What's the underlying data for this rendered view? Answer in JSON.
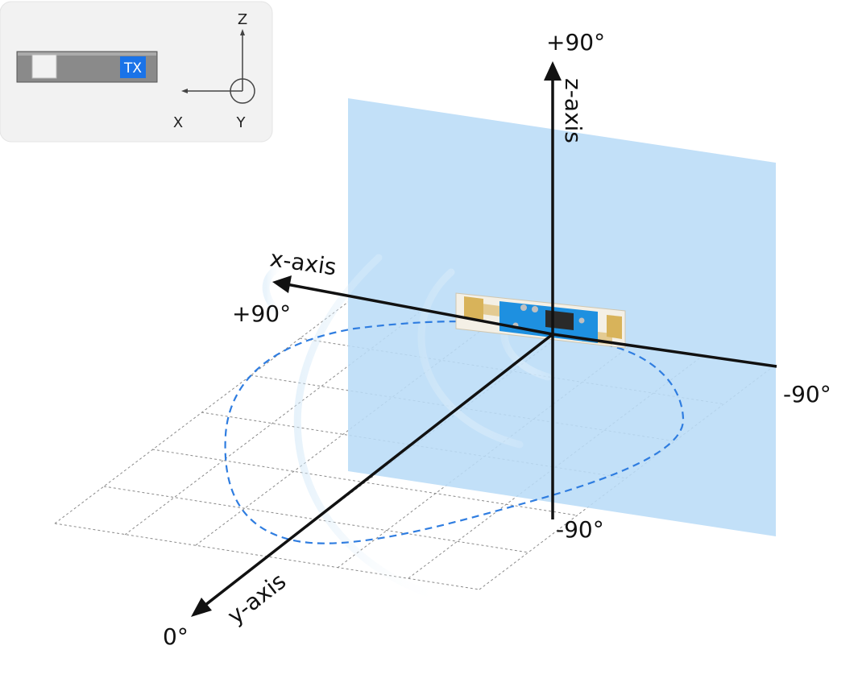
{
  "inset": {
    "tx_label": "TX",
    "axis_z": "Z",
    "axis_x": "X",
    "axis_y": "Y"
  },
  "axes": {
    "z_label": "z-axis",
    "z_top": "+90°",
    "z_bottom": "-90°",
    "x_label": "x-axis",
    "x_left": "+90°",
    "x_right": "-90°",
    "y_label": "y-axis",
    "y_end": "0°"
  },
  "colors": {
    "plane": "#b9dcf7",
    "pattern": "#2f7de0",
    "axis": "#111111",
    "inset_bg": "#f2f2f2",
    "tx_box": "#1a73e8",
    "board": "#1e90e0",
    "pad": "#d8b35a"
  }
}
